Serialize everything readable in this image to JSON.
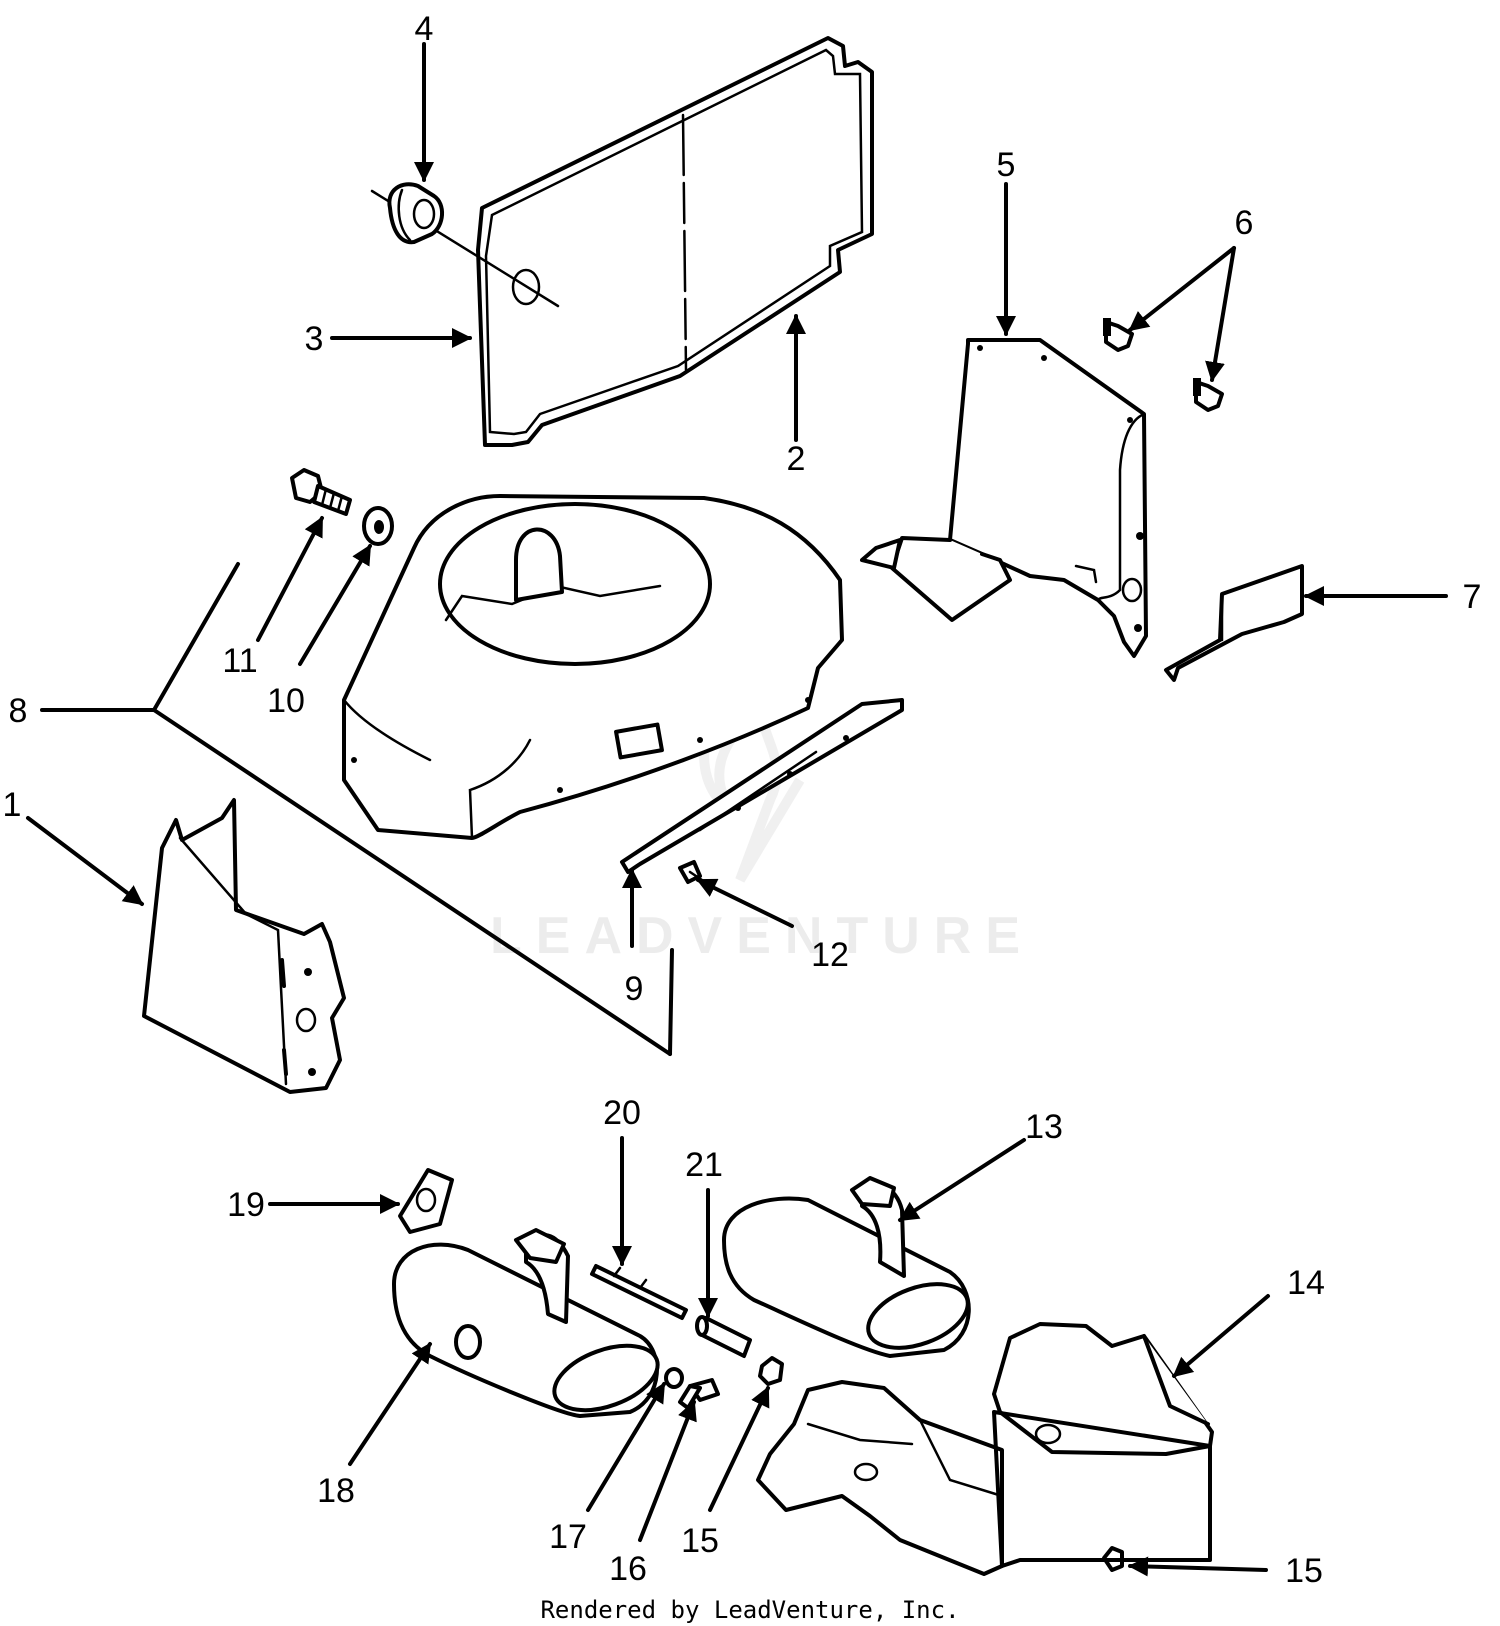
{
  "diagram": {
    "callouts": {
      "c1": "1",
      "c2": "2",
      "c3": "3",
      "c4": "4",
      "c5": "5",
      "c6": "6",
      "c7": "7",
      "c8": "8",
      "c9": "9",
      "c10": "10",
      "c11": "11",
      "c12": "12",
      "c13": "13",
      "c14": "14",
      "c15a": "15",
      "c15b": "15",
      "c16": "16",
      "c17": "17",
      "c18": "18",
      "c19": "19",
      "c20": "20",
      "c21": "21"
    },
    "watermark": "LEADVENTURE",
    "footer": "Rendered by LeadVenture, Inc."
  }
}
